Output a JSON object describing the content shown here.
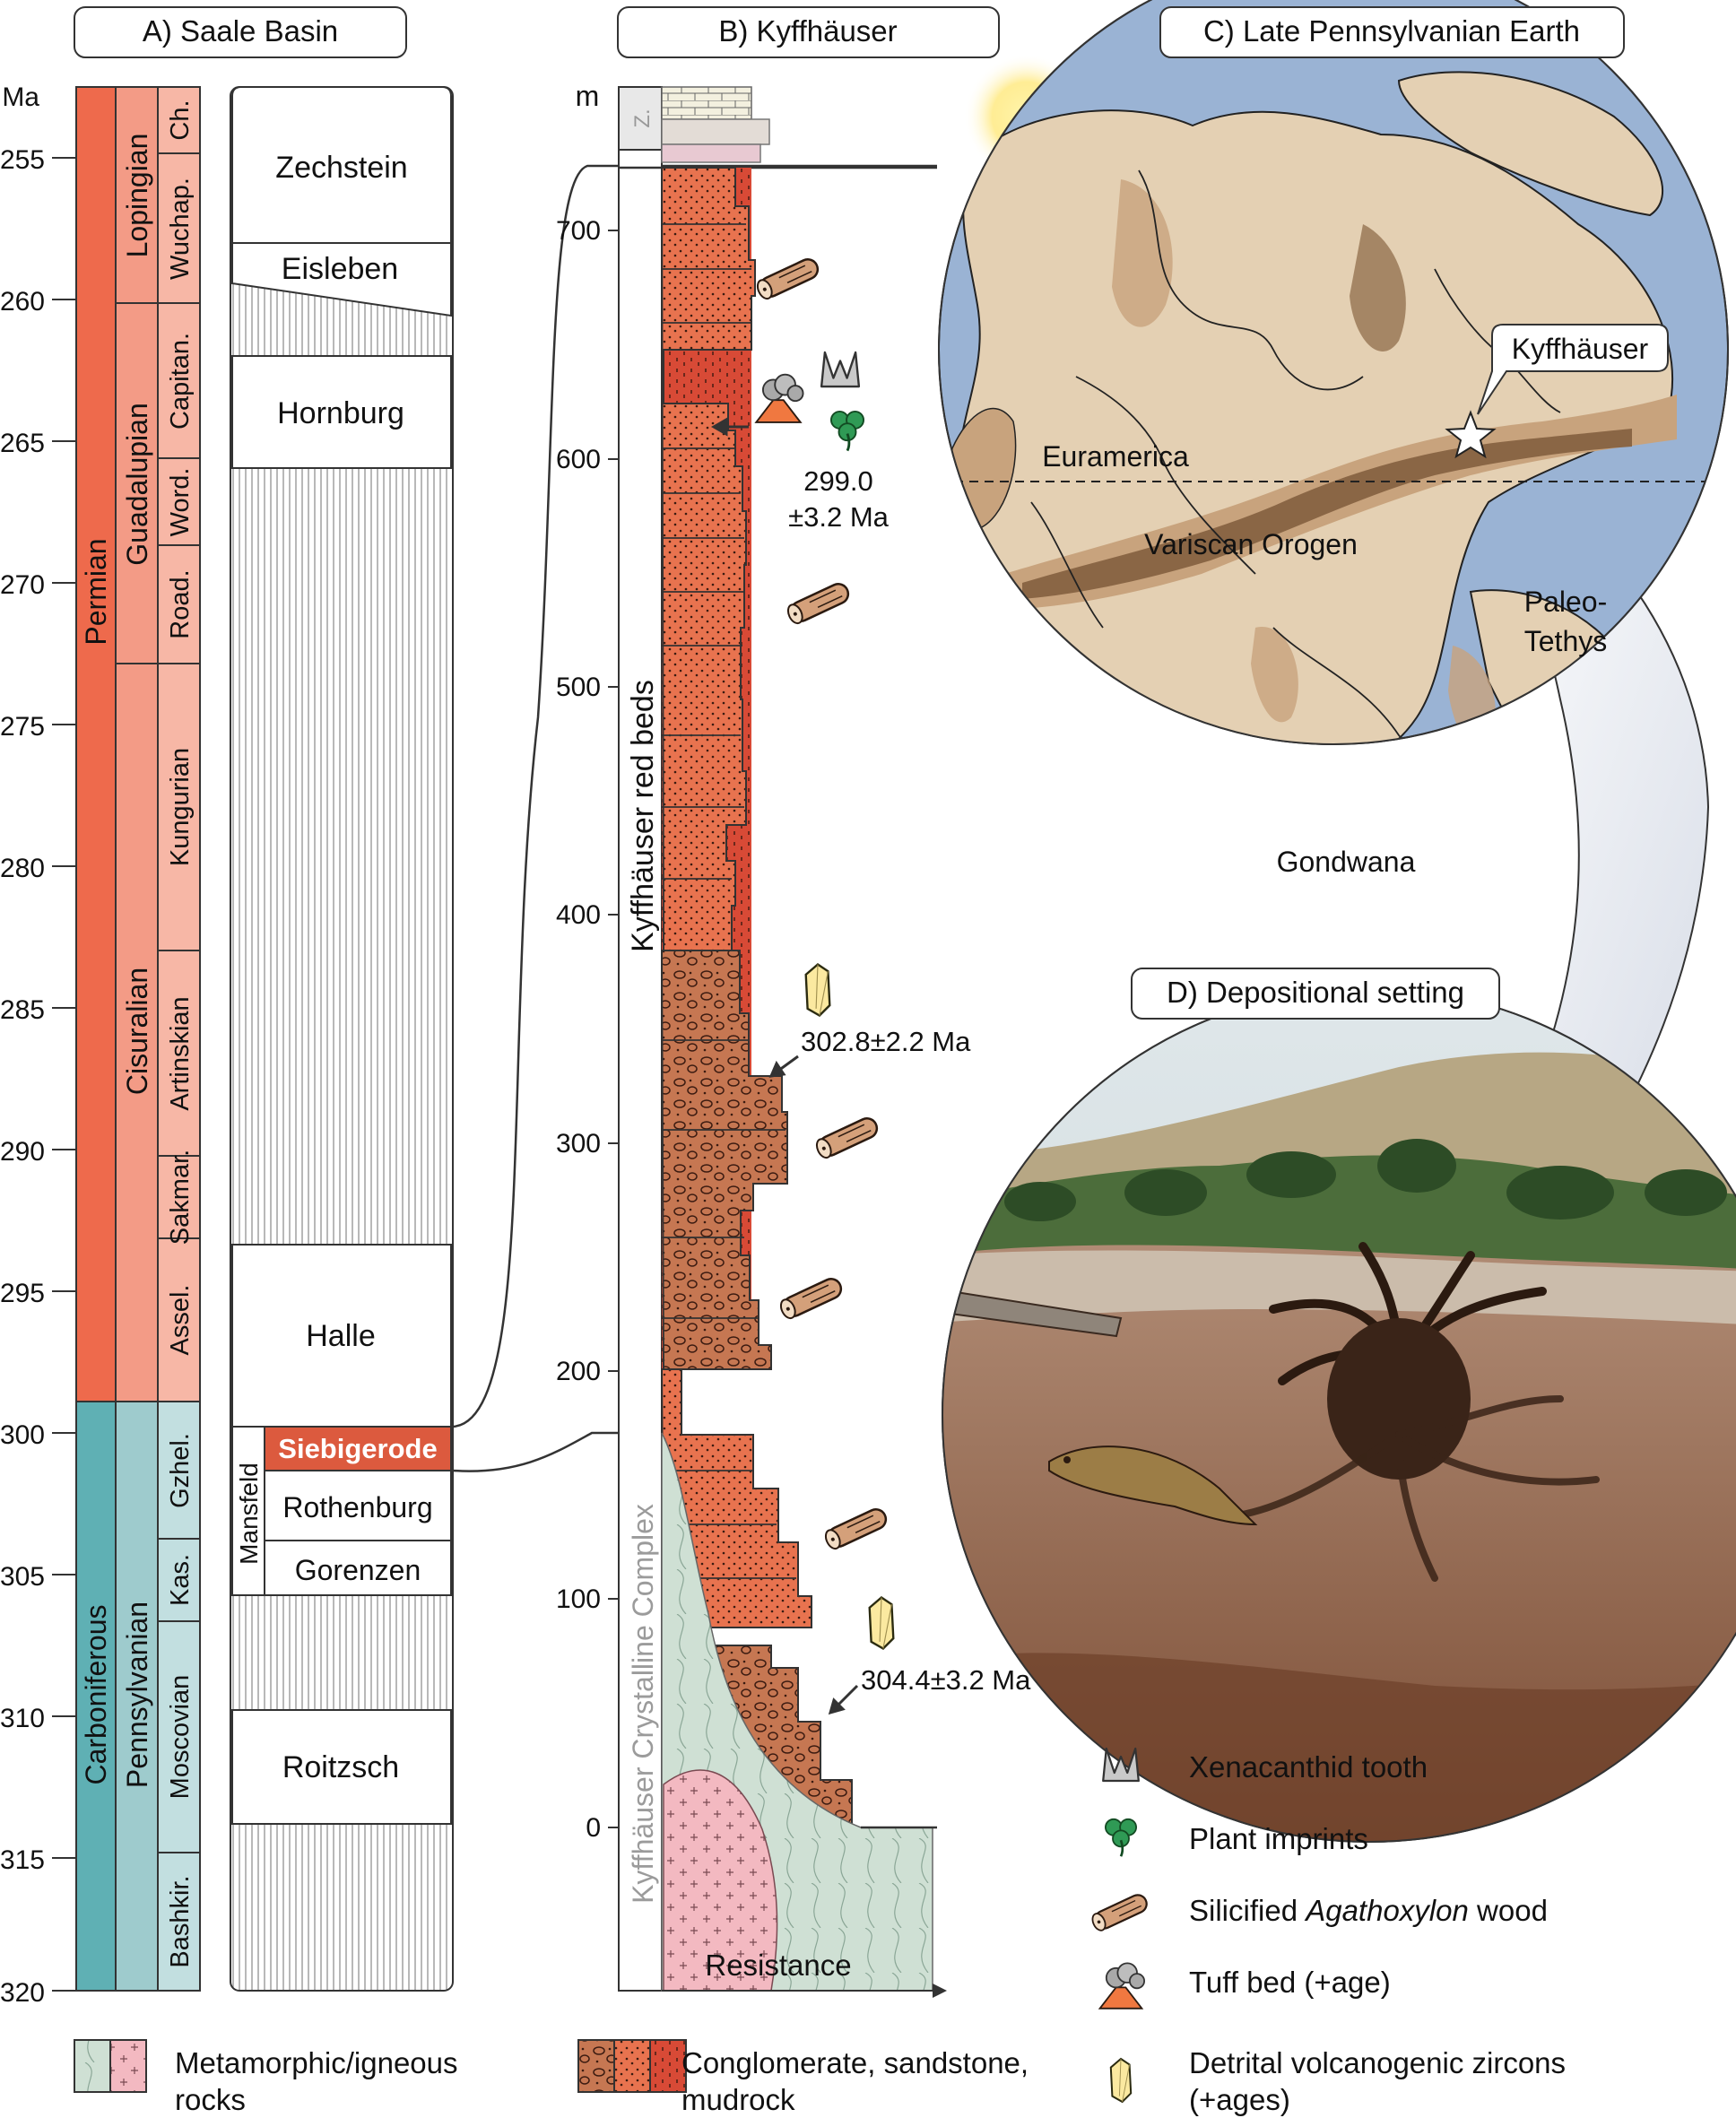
{
  "panels": {
    "a": "A) Saale Basin",
    "b": "B) Kyffhäuser",
    "c": "C) Late Pennsylvanian Earth",
    "d": "D) Depositional setting"
  },
  "colors": {
    "permian": "#ee6a4c",
    "permian_light": "#f39b86",
    "permian_pale": "#f7b7a6",
    "carbon": "#5fb0b4",
    "carbon_light": "#9ecbcd",
    "carbon_pale": "#c2dfe0",
    "red_bed": "#e8734f",
    "mud": "#d84a36",
    "ocean": "#9ab3d4",
    "land": "#e4d0b3",
    "land_mid": "#c8a37d",
    "land_dark": "#8a6645",
    "crystalline": "#cfe0d4",
    "granite": "#f3b9c1"
  },
  "timescale": {
    "unit": "Ma",
    "ticks": [
      "255",
      "260",
      "265",
      "270",
      "275",
      "280",
      "285",
      "290",
      "295",
      "300",
      "305",
      "310",
      "315",
      "320"
    ],
    "systems": [
      "Permian",
      "Carboniferous"
    ],
    "series": [
      "Lopingian",
      "Guadalupian",
      "Cisuralian",
      "Pennsylvanian"
    ],
    "stages": [
      "Ch.",
      "Wuchap.",
      "Capitan.",
      "Word.",
      "Road.",
      "Kungurian",
      "Artinskian",
      "Sakmar.",
      "Assel.",
      "Gzhel.",
      "Kas.",
      "Moscovian",
      "Bashkir."
    ]
  },
  "saale_units": {
    "zechstein": "Zechstein",
    "eisleben": "Eisleben",
    "hornburg": "Hornburg",
    "halle": "Halle",
    "siebigerode": "Siebigerode",
    "rothenburg": "Rothenburg",
    "gorenzen": "Gorenzen",
    "roitzsch": "Roitzsch",
    "mansfeld": "Mansfeld"
  },
  "kyff": {
    "unit": "m",
    "ticks": [
      "0",
      "100",
      "200",
      "300",
      "400",
      "500",
      "600",
      "700"
    ],
    "zechstein_abbrev": "Z.",
    "red_beds": "Kyffhäuser red beds",
    "crystalline": "Kyffhäuser Crystalline Complex",
    "resistance": "Resistance",
    "age_tuff_1": "299.0",
    "age_tuff_2": "±3.2 Ma",
    "age_zircon_1": "302.8±2.2 Ma",
    "age_zircon_2": "304.4±3.2 Ma"
  },
  "globe_labels": {
    "kyffhauser": "Kyffhäuser",
    "euramerica": "Euramerica",
    "variscan": "Variscan Orogen",
    "paleo_1": "Paleo-",
    "paleo_2": "Tethys",
    "gondwana": "Gondwana"
  },
  "legend": {
    "tooth": "Xenacanthid tooth",
    "plant": "Plant imprints",
    "wood_prefix": "Silicified ",
    "wood_genus": "Agathoxylon",
    "wood_suffix": " wood",
    "tuff": "Tuff bed (+age)",
    "zircon_1": "Detrital volcanogenic zircons",
    "zircon_2": "(+ages)",
    "meta_1": "Metamorphic/igneous",
    "meta_2": "rocks",
    "cong_1": "Conglomerate, sandstone,",
    "cong_2": "mudrock"
  }
}
